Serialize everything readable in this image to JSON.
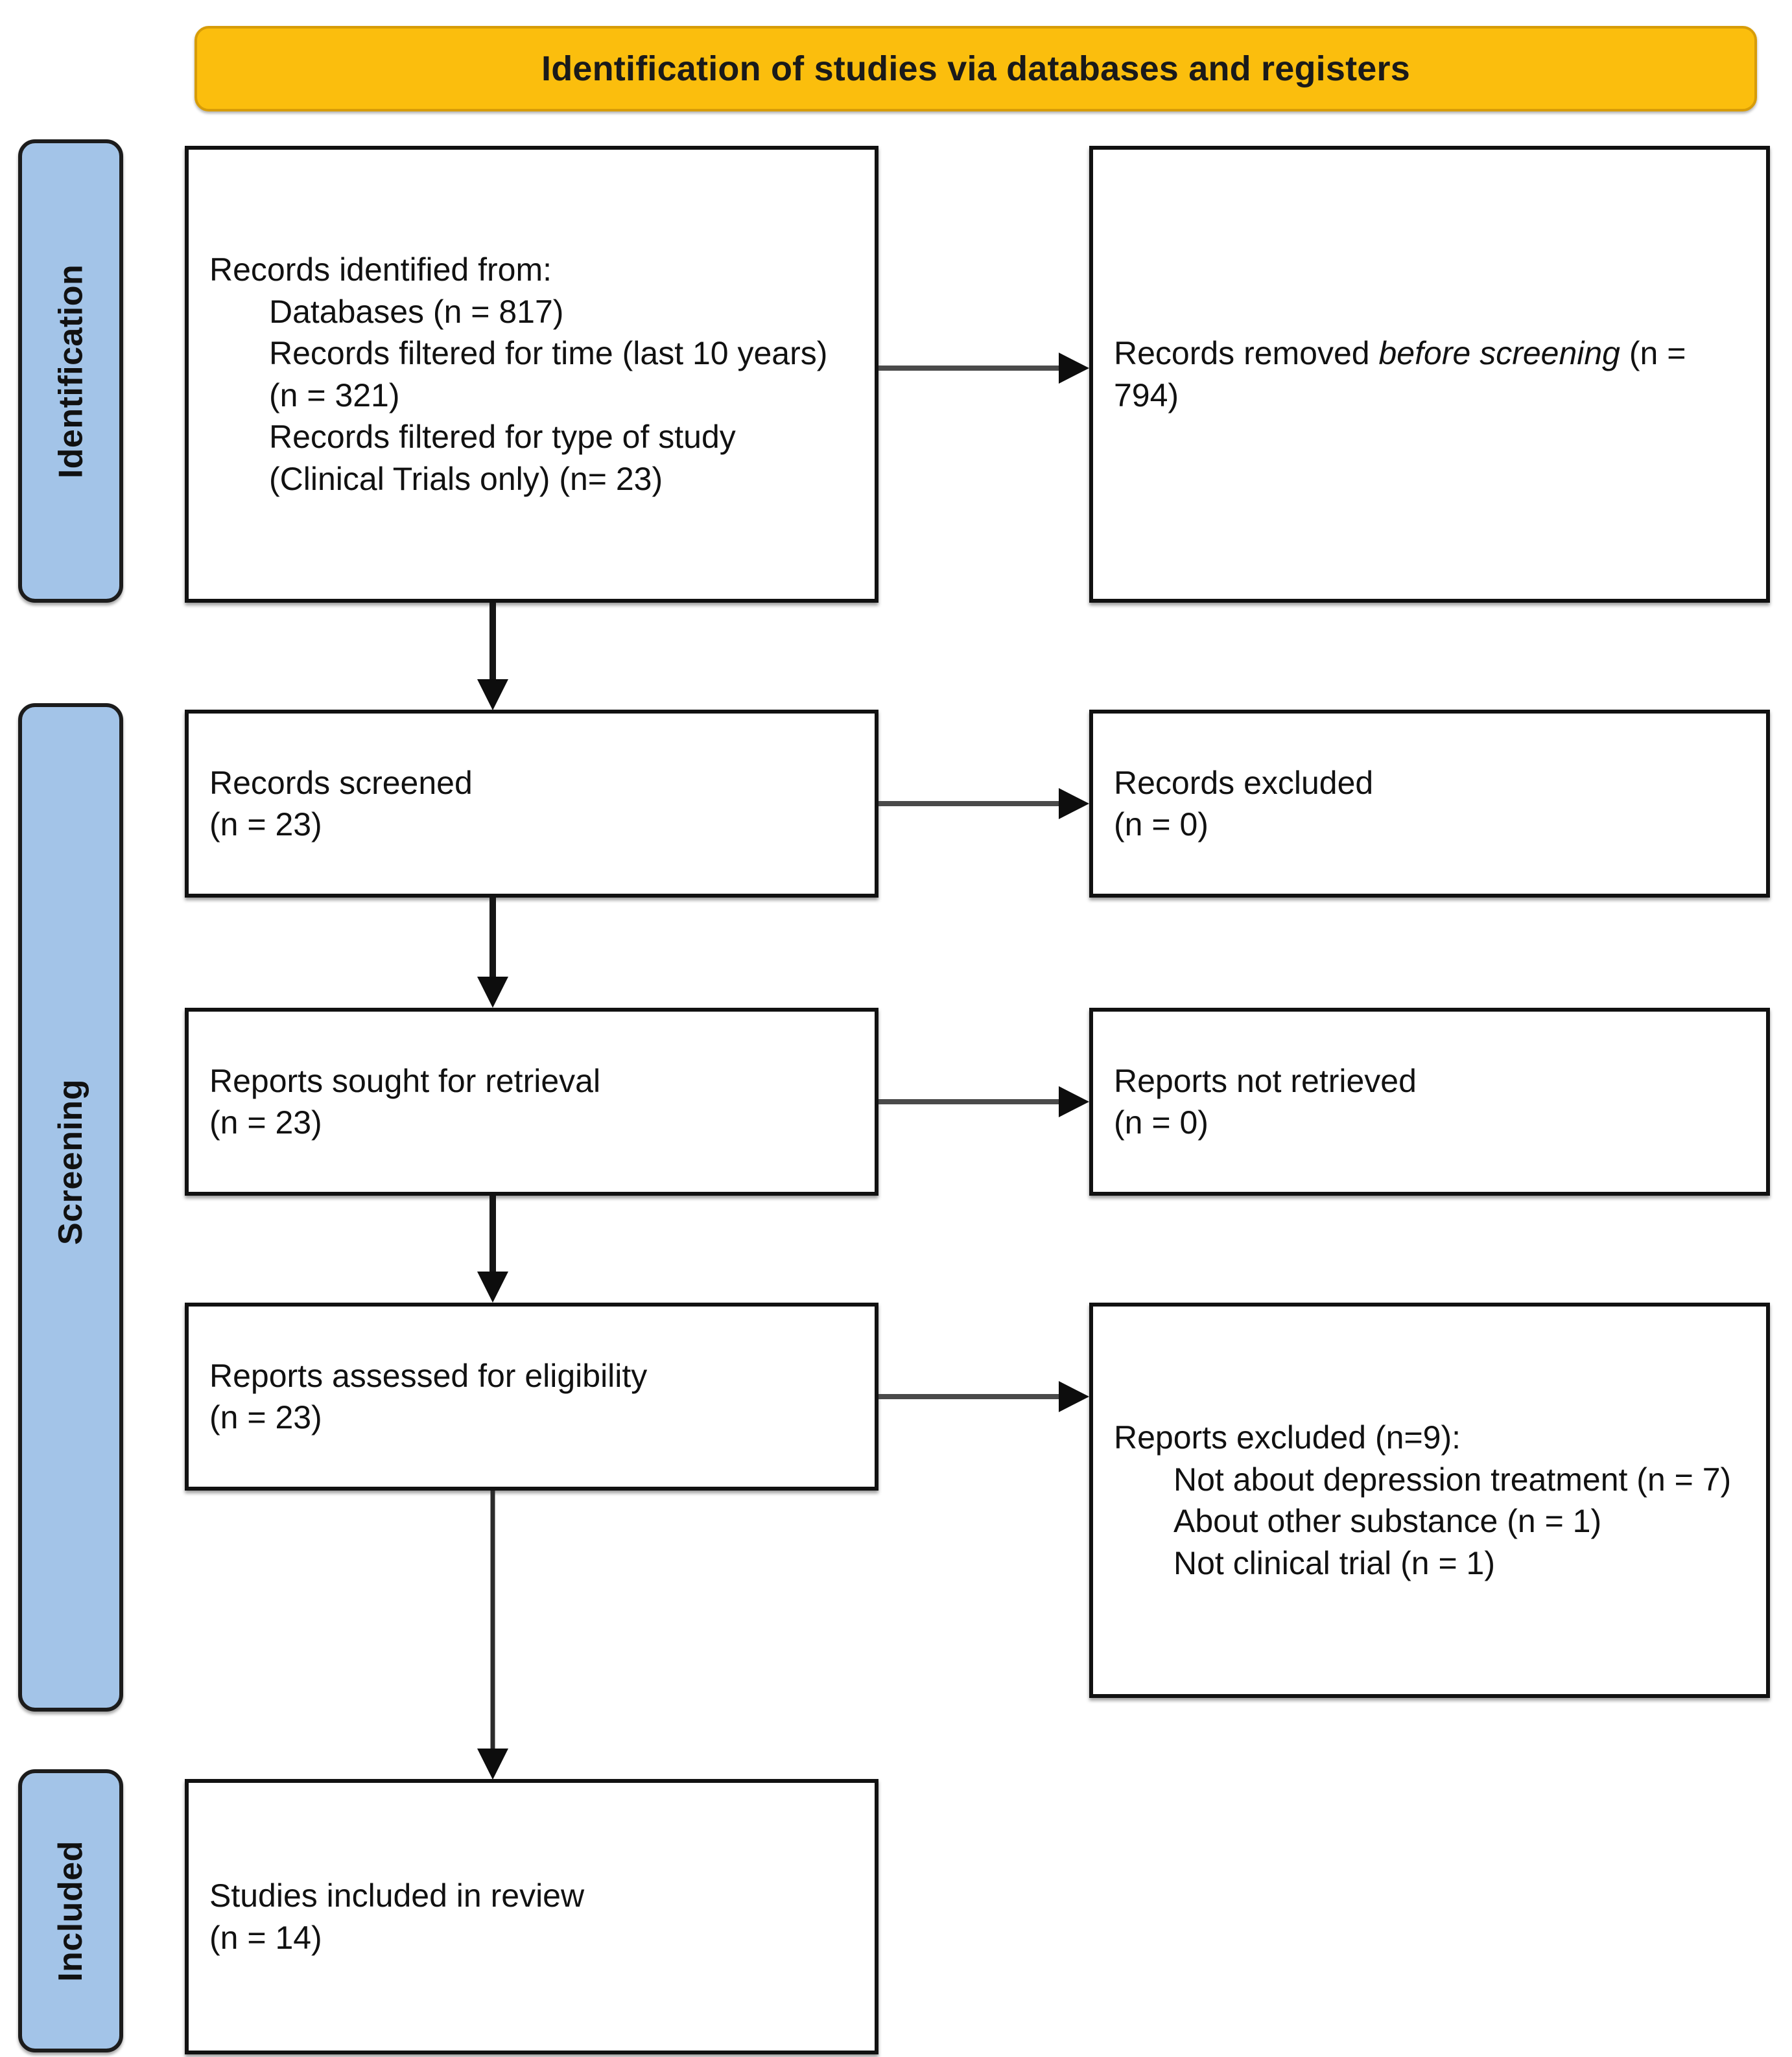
{
  "banner": {
    "title": "Identification of studies via databases and registers",
    "color": "#fbbe0d"
  },
  "stages": [
    {
      "id": "identification",
      "label": "Identification"
    },
    {
      "id": "screening",
      "label": "Screening"
    },
    {
      "id": "included",
      "label": "Included"
    }
  ],
  "stage_color": "#a3c4e8",
  "boxes": {
    "identified": {
      "heading": "Records identified from:",
      "items": [
        "Databases (n = 817)",
        "Records filtered for time (last 10 years) (n = 321)",
        "Records filtered for type of study (Clinical Trials only) (n= 23)"
      ]
    },
    "removed": {
      "line1_pre": "Records removed ",
      "line1_em": "before",
      "line2_em": "screening",
      "line2_post": " (n = 794)"
    },
    "screened": {
      "label": "Records screened",
      "count": "(n = 23)"
    },
    "excluded_records": {
      "label": "Records excluded",
      "count": "(n = 0)"
    },
    "sought": {
      "label": "Reports sought for retrieval",
      "count": "(n = 23)"
    },
    "not_retrieved": {
      "label": "Reports not retrieved",
      "count": "(n = 0)"
    },
    "assessed": {
      "label": "Reports assessed for eligibility",
      "count": "(n = 23)"
    },
    "excluded_reports": {
      "heading": "Reports excluded (n=9):",
      "items": [
        "Not about depression treatment (n = 7)",
        "About other substance (n = 1)",
        "Not clinical trial (n = 1)"
      ]
    },
    "included": {
      "label": "Studies included in review",
      "count": "(n = 14)"
    }
  },
  "chart_data": {
    "type": "diagram",
    "title": "Identification of studies via databases and registers",
    "nodes": [
      {
        "stage": "Identification",
        "label": "Records identified from: Databases",
        "n": 817
      },
      {
        "stage": "Identification",
        "label": "Records filtered for time (last 10 years)",
        "n": 321
      },
      {
        "stage": "Identification",
        "label": "Records filtered for type of study (Clinical Trials only)",
        "n": 23
      },
      {
        "stage": "Identification",
        "label": "Records removed before screening",
        "n": 794
      },
      {
        "stage": "Screening",
        "label": "Records screened",
        "n": 23
      },
      {
        "stage": "Screening",
        "label": "Records excluded",
        "n": 0
      },
      {
        "stage": "Screening",
        "label": "Reports sought for retrieval",
        "n": 23
      },
      {
        "stage": "Screening",
        "label": "Reports not retrieved",
        "n": 0
      },
      {
        "stage": "Screening",
        "label": "Reports assessed for eligibility",
        "n": 23
      },
      {
        "stage": "Screening",
        "label": "Reports excluded",
        "n": 9
      },
      {
        "stage": "Screening",
        "label": "Reports excluded: Not about depression treatment",
        "n": 7
      },
      {
        "stage": "Screening",
        "label": "Reports excluded: About other substance",
        "n": 1
      },
      {
        "stage": "Screening",
        "label": "Reports excluded: Not clinical trial",
        "n": 1
      },
      {
        "stage": "Included",
        "label": "Studies included in review",
        "n": 14
      }
    ]
  }
}
